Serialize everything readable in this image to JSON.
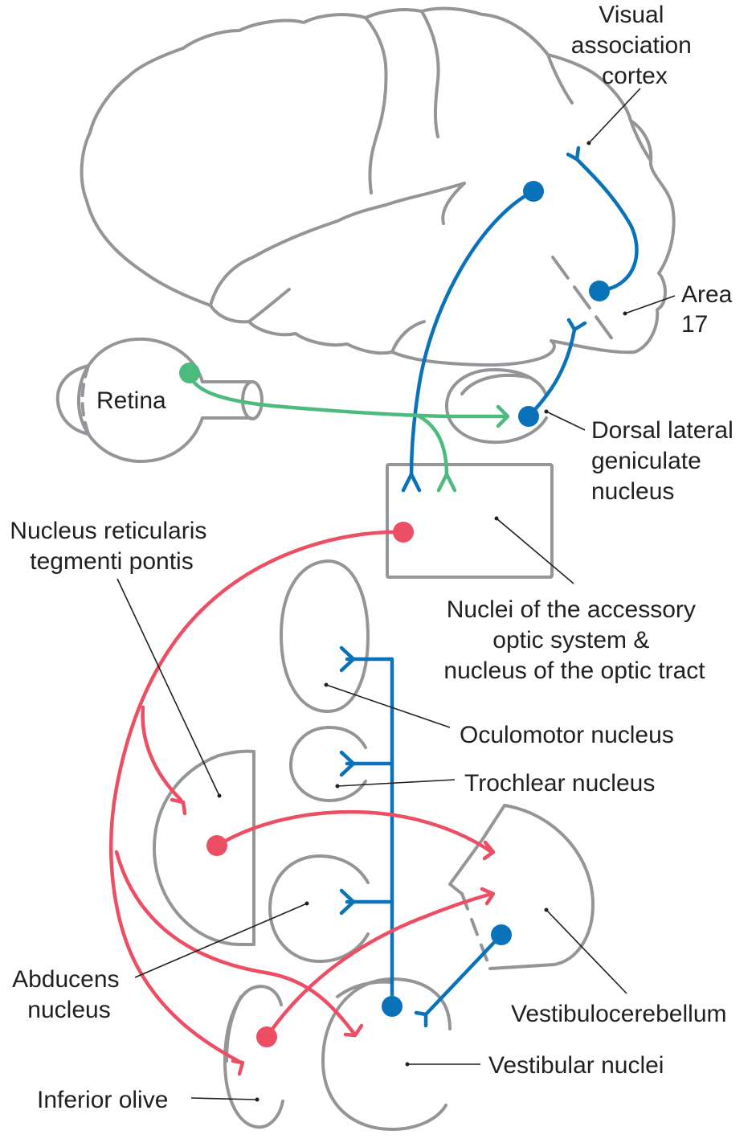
{
  "colors": {
    "outline": "#939598",
    "blue_pathway": "#0a72b8",
    "green_pathway": "#4dbb7f",
    "red_pathway": "#ec4e64",
    "text": "#231f20"
  },
  "labels": {
    "visual_association_cortex": [
      "Visual",
      "association",
      "cortex"
    ],
    "area_17": [
      "Area",
      "17"
    ],
    "retina": [
      "Retina"
    ],
    "dorsal_lateral_geniculate_nucleus": [
      "Dorsal lateral",
      "geniculate",
      "nucleus"
    ],
    "nucleus_reticularis_tegmenti_pontis": [
      "Nucleus reticularis",
      "tegmenti pontis"
    ],
    "accessory_optic_system": [
      "Nuclei of the accessory",
      "optic system &",
      "nucleus of the optic tract"
    ],
    "oculomotor_nucleus": [
      "Oculomotor nucleus"
    ],
    "trochlear_nucleus": [
      "Trochlear nucleus"
    ],
    "abducens_nucleus": [
      "Abducens",
      "nucleus"
    ],
    "vestibulocerebellum": [
      "Vestibulocerebellum"
    ],
    "vestibular_nuclei": [
      "Vestibular nuclei"
    ],
    "inferior_olive": [
      "Inferior olive"
    ]
  }
}
